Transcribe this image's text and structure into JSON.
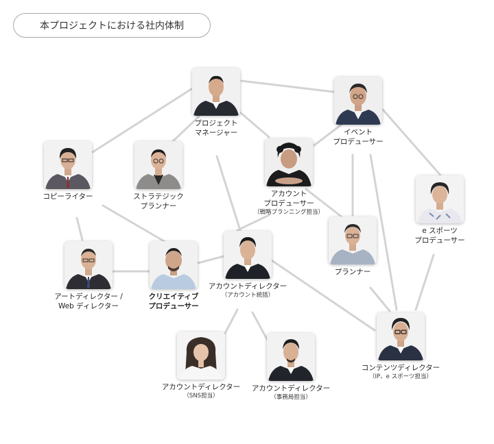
{
  "title": "本プロジェクトにおける社内体制",
  "nodes": {
    "pm": {
      "line1": "プロジェクト",
      "line2": "マネージャー",
      "note": ""
    },
    "event": {
      "line1": "イベント",
      "line2": "プロデューサー",
      "note": ""
    },
    "copy": {
      "line1": "コピーライター",
      "line2": "",
      "note": ""
    },
    "strat": {
      "line1": "ストラテジック",
      "line2": "プランナー",
      "note": ""
    },
    "acctpro": {
      "line1": "アカウント",
      "line2": "プロデューサー",
      "note": "（戦略プランニング担当）"
    },
    "planner": {
      "line1": "プランナー",
      "line2": "",
      "note": ""
    },
    "esports": {
      "line1": "e スポーツ",
      "line2": "プロデューサー",
      "note": ""
    },
    "art": {
      "line1": "アートディレクター /",
      "line2": "Web ディレクター",
      "note": ""
    },
    "creative": {
      "line1": "クリエイティブ",
      "line2": "プロデューサー",
      "note": ""
    },
    "acctdir": {
      "line1": "アカウントディレクター",
      "line2": "",
      "note": "（アカウント統括）"
    },
    "content": {
      "line1": "コンテンツディレクター",
      "line2": "",
      "note": "（IP、e スポーツ担当）"
    },
    "sns": {
      "line1": "アカウントディレクター",
      "line2": "",
      "note": "（SNS担当）"
    },
    "office": {
      "line1": "アカウントディレクター",
      "line2": "",
      "note": "（事務局担当）"
    }
  },
  "colors": {
    "line": "#d3d3d3",
    "pill_border": "#a9a9a9"
  }
}
